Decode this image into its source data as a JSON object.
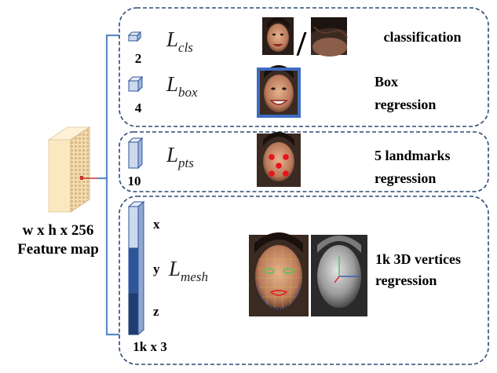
{
  "feature_map": {
    "dims_label": "w x h x 256",
    "name_label": "Feature map"
  },
  "heads": [
    {
      "id": "cls",
      "loss_base": "L",
      "loss_sub": "cls",
      "channels": "2",
      "task": "classification",
      "thumbs": [
        "face-thumbnail",
        "non-face-thumbnail"
      ],
      "separator": "/"
    },
    {
      "id": "box",
      "loss_base": "L",
      "loss_sub": "box",
      "channels": "4",
      "task_line1": "Box",
      "task_line2": "regression",
      "box_color": "#3d6cc2"
    },
    {
      "id": "pts",
      "loss_base": "L",
      "loss_sub": "pts",
      "channels": "10",
      "task_line1": "5 landmarks",
      "task_line2": "regression",
      "landmark_color": "#e8131b"
    },
    {
      "id": "mesh",
      "loss_base": "L",
      "loss_sub": "mesh",
      "channels": "1k x 3",
      "axes": [
        "x",
        "y",
        "z"
      ],
      "task_line1": "1k 3D vertices",
      "task_line2": "regression"
    }
  ],
  "colors": {
    "group_border": "#2c4a73",
    "bracket": "#5b8bc8",
    "connector": "#c0392b",
    "feature_map_face": "#fbe8c0",
    "mesh_light": "#cdd9ee",
    "mesh_mid": "#2e5599",
    "mesh_dark": "#1f3d73"
  }
}
